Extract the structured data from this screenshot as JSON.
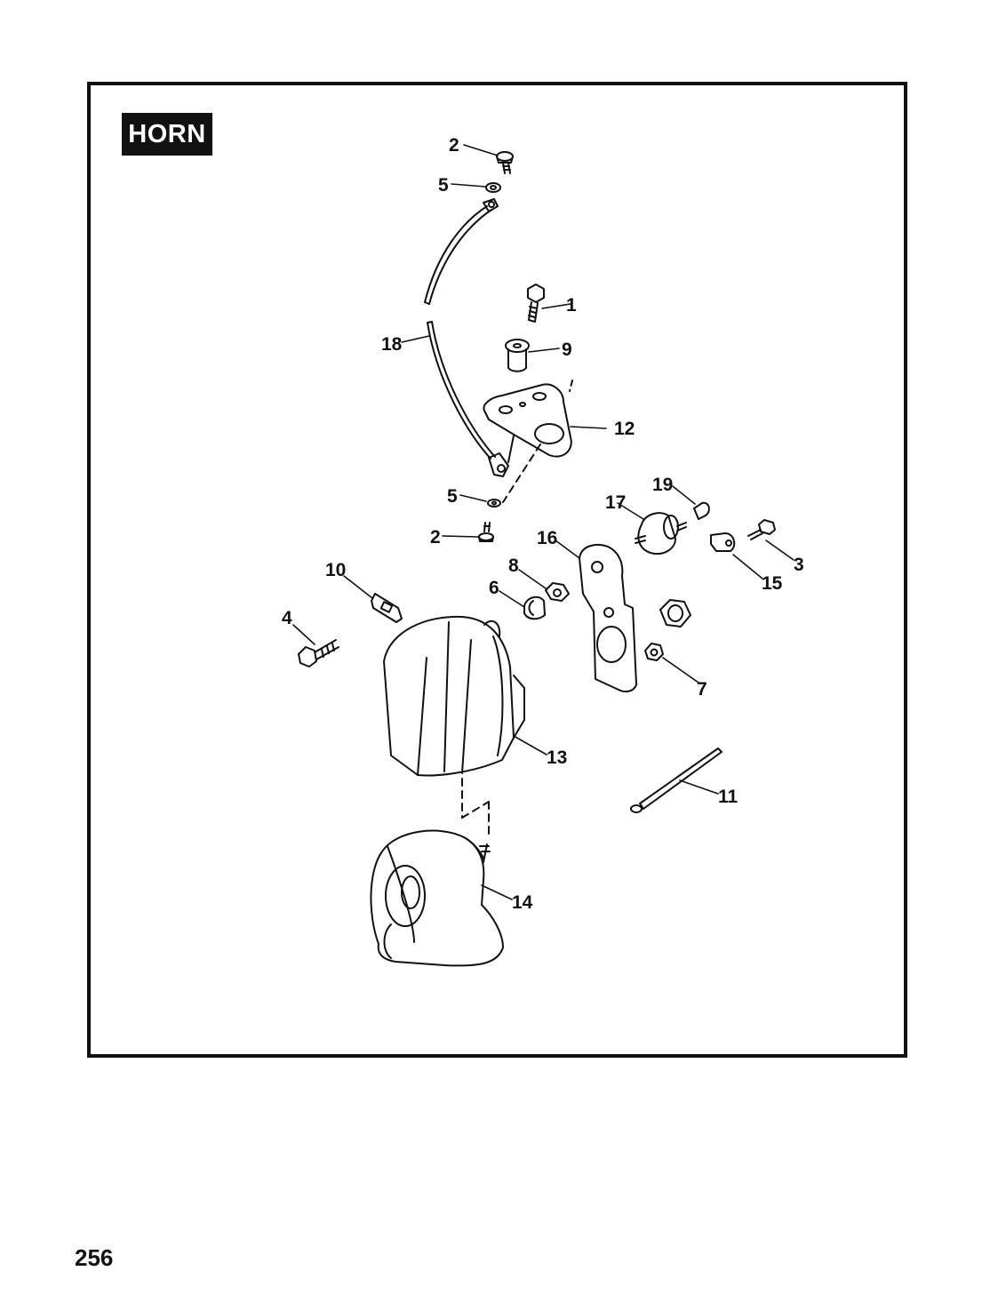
{
  "page": {
    "section_title": "HORN",
    "page_number": "256"
  },
  "callouts": [
    {
      "id": "c-2-top",
      "label": "2",
      "part": "screw"
    },
    {
      "id": "c-5-top",
      "label": "5",
      "part": "lockwasher"
    },
    {
      "id": "c-1",
      "label": "1",
      "part": "bolt"
    },
    {
      "id": "c-9",
      "label": "9",
      "part": "spacer"
    },
    {
      "id": "c-18",
      "label": "18",
      "part": "ground-wire"
    },
    {
      "id": "c-12",
      "label": "12",
      "part": "mounting-bracket"
    },
    {
      "id": "c-19",
      "label": "19",
      "part": "cap"
    },
    {
      "id": "c-17",
      "label": "17",
      "part": "rubber-mount"
    },
    {
      "id": "c-5-bottom",
      "label": "5",
      "part": "lockwasher"
    },
    {
      "id": "c-2-bottom",
      "label": "2",
      "part": "screw"
    },
    {
      "id": "c-16",
      "label": "16",
      "part": "horn-bracket"
    },
    {
      "id": "c-3",
      "label": "3",
      "part": "screw"
    },
    {
      "id": "c-15",
      "label": "15",
      "part": "clip"
    },
    {
      "id": "c-8",
      "label": "8",
      "part": "nut"
    },
    {
      "id": "c-10",
      "label": "10",
      "part": "clip"
    },
    {
      "id": "c-6",
      "label": "6",
      "part": "acorn-nut"
    },
    {
      "id": "c-4",
      "label": "4",
      "part": "bolt"
    },
    {
      "id": "c-7",
      "label": "7",
      "part": "nut"
    },
    {
      "id": "c-13",
      "label": "13",
      "part": "horn-cover"
    },
    {
      "id": "c-11",
      "label": "11",
      "part": "cable-strap"
    },
    {
      "id": "c-14",
      "label": "14",
      "part": "horn"
    }
  ],
  "colors": {
    "ink": "#111111",
    "paper": "#ffffff"
  }
}
